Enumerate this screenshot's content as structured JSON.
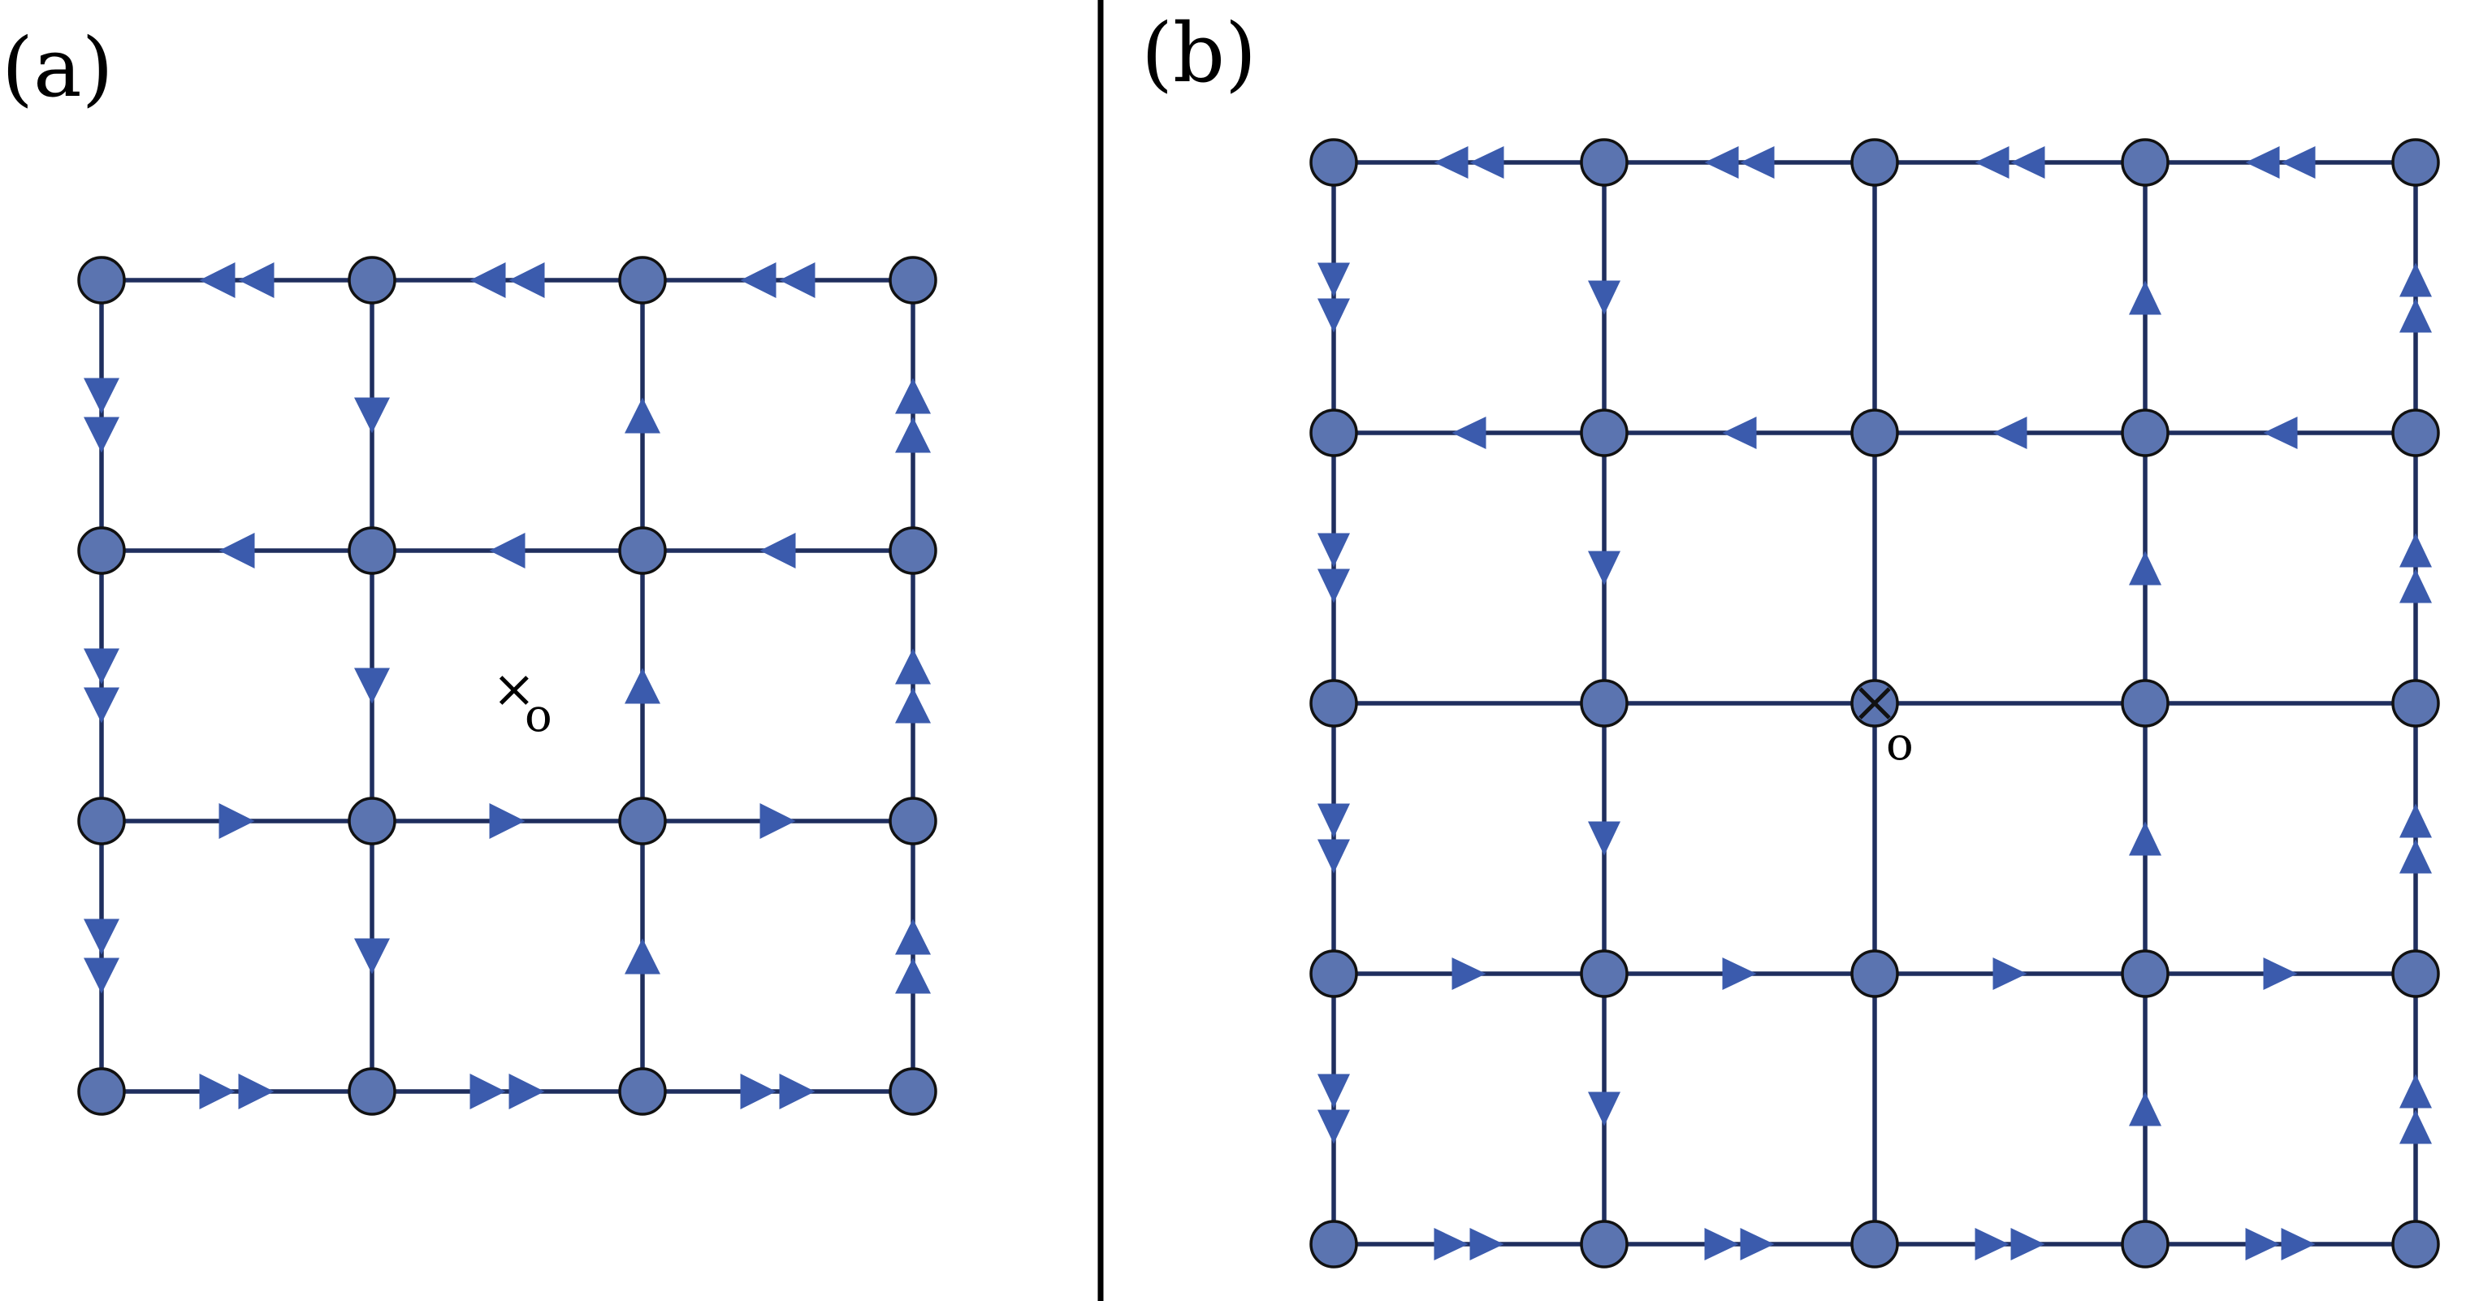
{
  "panels": {
    "a": {
      "label": "(a)",
      "origin_label": "o",
      "origin_mark": "×"
    },
    "b": {
      "label": "(b)",
      "origin_label": "o",
      "origin_mark": "⊗"
    }
  },
  "colors": {
    "edge": "#1f2e5e",
    "arrow": "#3b5bad",
    "node_fill": "#5b74b0",
    "node_stroke": "#111111"
  },
  "icons": {
    "arrow": "triangle-arrow-icon",
    "node": "lattice-node-icon",
    "origin_cross": "cross-icon",
    "origin_otimes": "circled-times-icon"
  }
}
